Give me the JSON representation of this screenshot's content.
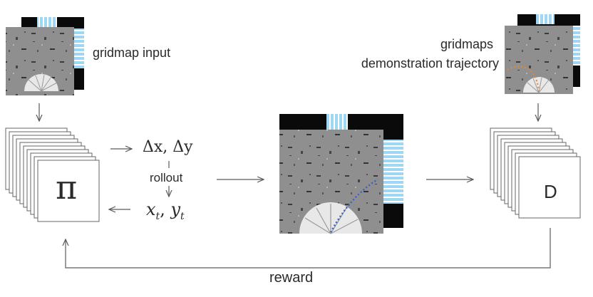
{
  "labels": {
    "gridmap_input": "gridmap input",
    "gridmaps": "gridmaps",
    "demonstration_trajectory": "demonstration trajectory",
    "rollout": "rollout",
    "reward": "reward",
    "policy_symbol": "π",
    "discriminator_symbol": "D"
  },
  "math": {
    "delta": "Δx, Δy",
    "xt": "x",
    "xt_sub": "t",
    "yt": "y",
    "yt_sub": "t"
  },
  "colors": {
    "line": "#5a5a5a",
    "gridmap_gray": "#8c8c8c",
    "sky_blue": "#9fd6f2",
    "demo_trajectory": "#e08a3c",
    "rollout_trajectory": "#3a5fc8",
    "black": "#0a0a0a"
  }
}
